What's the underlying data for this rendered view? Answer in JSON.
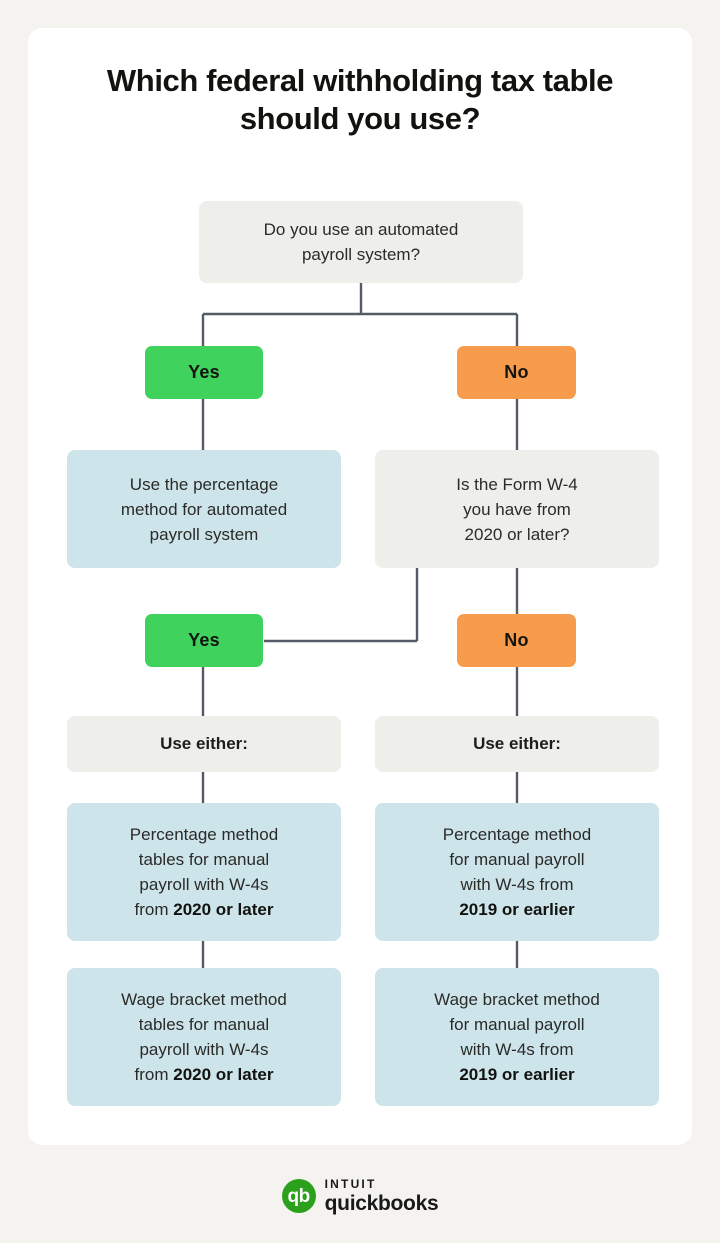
{
  "page": {
    "background_color": "#f4f3ef",
    "card_color": "#ffffff"
  },
  "title": "Which federal withholding tax\ntable should you use?",
  "colors": {
    "question_box": "#eeeeea",
    "result_box": "#cde4ea",
    "yes_button": "#3fd25c",
    "no_button": "#f79c4d",
    "connector": "#545b66",
    "brand_green": "#2ca01c"
  },
  "flow": {
    "root_question": "Do you use an automated\npayroll system?",
    "branch1": {
      "yes_label": "Yes",
      "no_label": "No",
      "yes_result": "Use the percentage\nmethod for automated\npayroll system",
      "no_question": "Is the Form W-4\nyou have from\n2020 or later?"
    },
    "branch2": {
      "yes_label": "Yes",
      "no_label": "No"
    },
    "left_column": {
      "either_label": "Use either:",
      "option1_normal": "Percentage method\ntables for manual\npayroll with W-4s\nfrom ",
      "option1_bold": "2020 or later",
      "option2_normal": "Wage bracket method\ntables for manual\npayroll with W-4s\nfrom ",
      "option2_bold": "2020 or later"
    },
    "right_column": {
      "either_label": "Use either:",
      "option1_normal": "Percentage method\nfor manual payroll\nwith W-4s from\n",
      "option1_bold": "2019 or earlier",
      "option2_normal": "Wage bracket method\nfor manual payroll\nwith W-4s from\n",
      "option2_bold": "2019 or earlier"
    }
  },
  "footer": {
    "logo_mark_text": "qb",
    "brand_line1": "INTUIT",
    "brand_line2": "quickbooks"
  }
}
